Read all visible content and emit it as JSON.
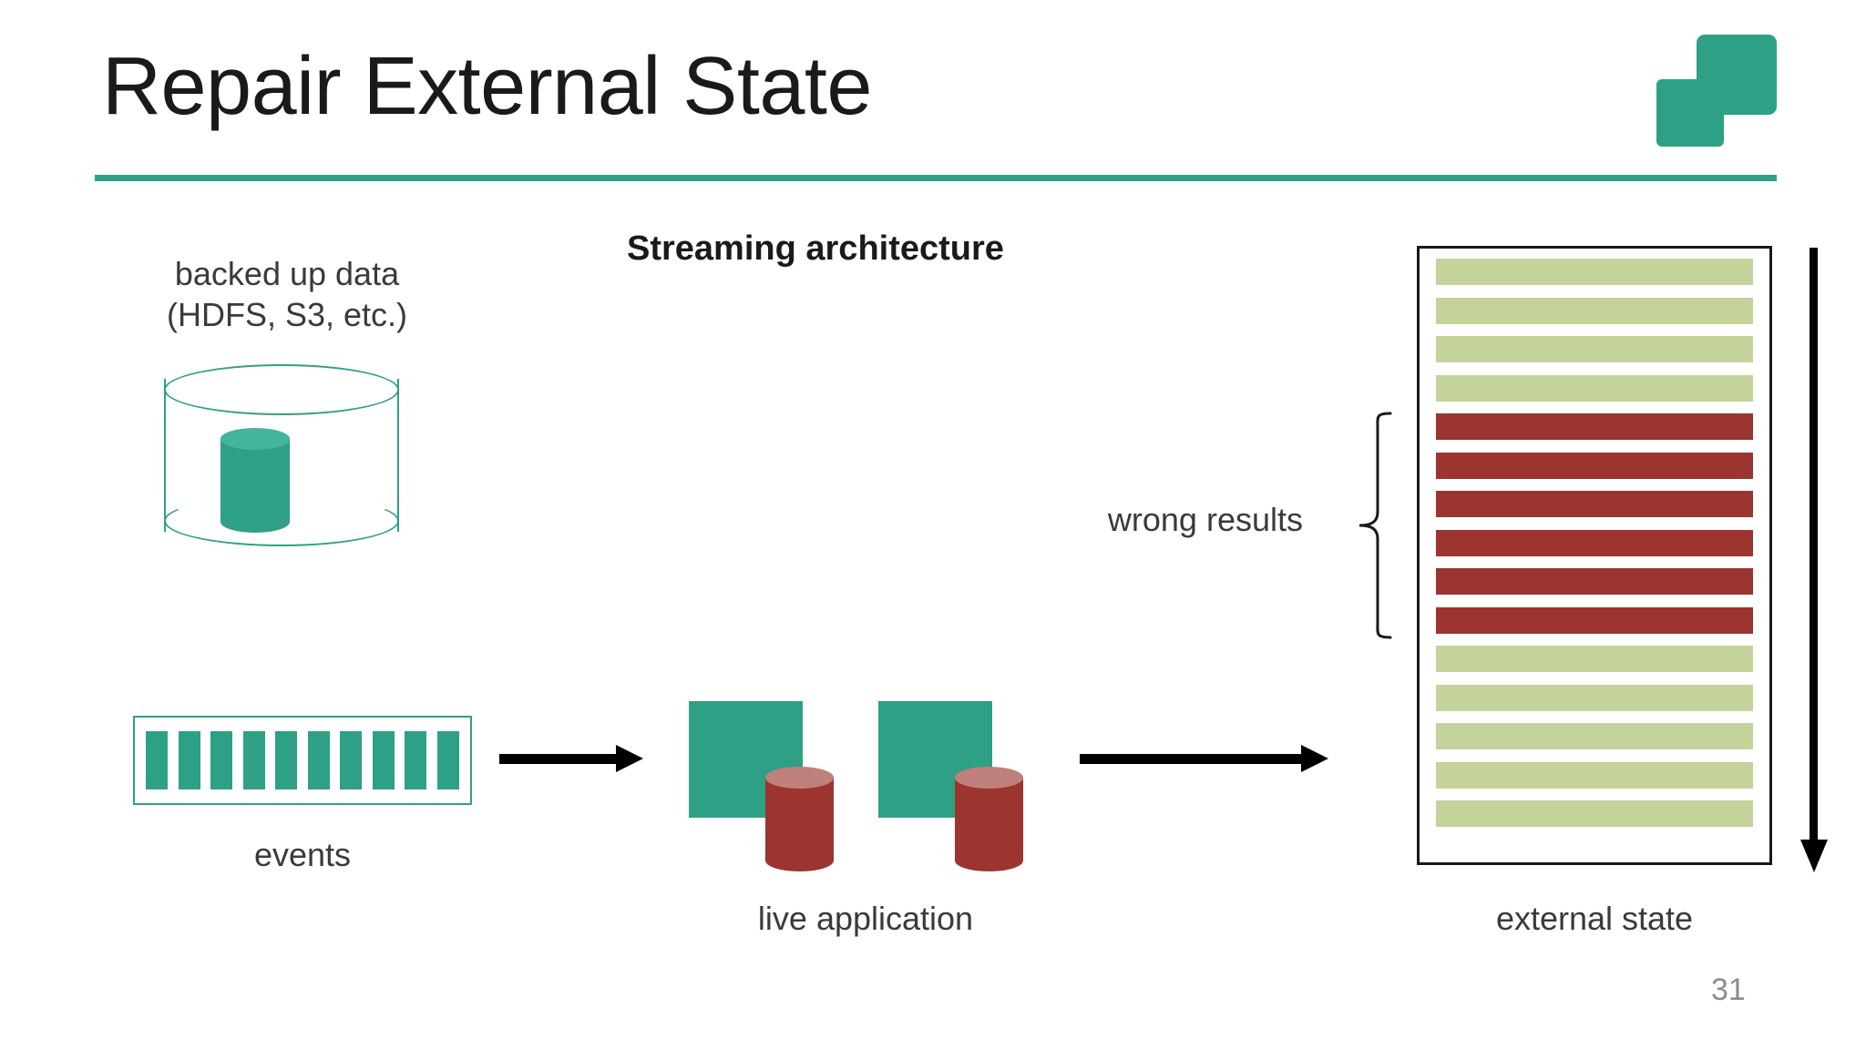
{
  "slide": {
    "title": "Repair External State",
    "page_number": "31",
    "accent_color": "#2EA086",
    "rule_color": "#2EA086"
  },
  "logo": {
    "name": "two-squares-logo",
    "color": "#2EA086"
  },
  "diagram": {
    "section_heading": "Streaming architecture",
    "backup": {
      "label_line1": "backed up data",
      "label_line2": "(HDFS, S3, etc.)",
      "icon": "database-cylinder-icon",
      "outline_color": "#2EA086",
      "fill_color": "#2EA086"
    },
    "events": {
      "label": "events",
      "bar_count": 10,
      "bar_color": "#2EA086",
      "border_color": "#2EA086"
    },
    "live_application": {
      "label": "live application",
      "unit_count": 2,
      "square_color": "#2EA086",
      "cylinder_color": "#9C3430"
    },
    "external_state": {
      "label": "external state",
      "border_color": "#1a1a1a",
      "ok_color": "#C3D39A",
      "bad_color": "#9C3430",
      "rows": [
        "ok",
        "ok",
        "ok",
        "ok",
        "bad",
        "bad",
        "bad",
        "bad",
        "bad",
        "bad",
        "ok",
        "ok",
        "ok",
        "ok",
        "ok"
      ]
    },
    "annotation": {
      "wrong_results_label": "wrong results",
      "brace_icon": "right-curly-brace-icon"
    },
    "arrows": {
      "events_to_app": "arrow-right-icon",
      "app_to_state": "arrow-right-icon",
      "time_axis": "arrow-down-icon"
    }
  }
}
